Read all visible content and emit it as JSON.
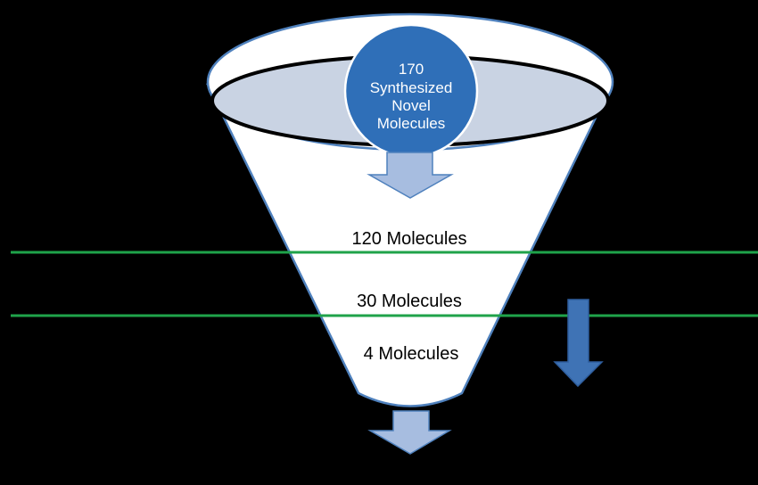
{
  "colors": {
    "background": "#000000",
    "funnel_fill": "#ffffff",
    "funnel_stroke": "#4f81bd",
    "funnel_inner": "#c9d3e3",
    "circle_fill": "#2f6fb8",
    "circle_stroke": "#ffffff",
    "arrow_light": "#a7bde0",
    "arrow_dark": "#3f73b5",
    "divider": "#1fa34a"
  },
  "icons": {
    "entry_arrow": "down-arrow-icon",
    "exit_arrow": "down-arrow-icon",
    "side_arrow": "down-arrow-icon"
  },
  "input": {
    "count": "170",
    "line1": "Synthesized",
    "line2": "Novel",
    "line3": "Molecules"
  },
  "stages": [
    {
      "label": "120 Molecules"
    },
    {
      "label": "30 Molecules"
    },
    {
      "label": "4 Molecules"
    }
  ]
}
